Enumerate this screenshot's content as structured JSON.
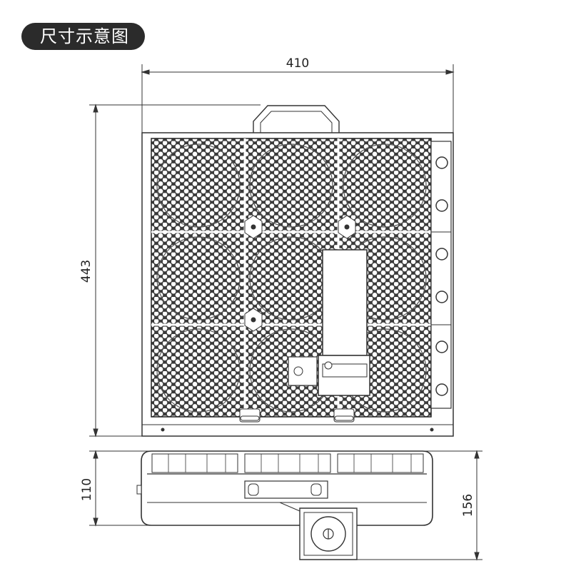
{
  "title": "尺寸示意图",
  "dimensions": {
    "width": "410",
    "height": "443",
    "side_depth": "110",
    "total_depth": "156"
  },
  "colors": {
    "badge_bg": "#2b2b2b",
    "line": "#333333",
    "panel_fill": "#3a3a3a",
    "hole_fill": "#ffffff"
  }
}
